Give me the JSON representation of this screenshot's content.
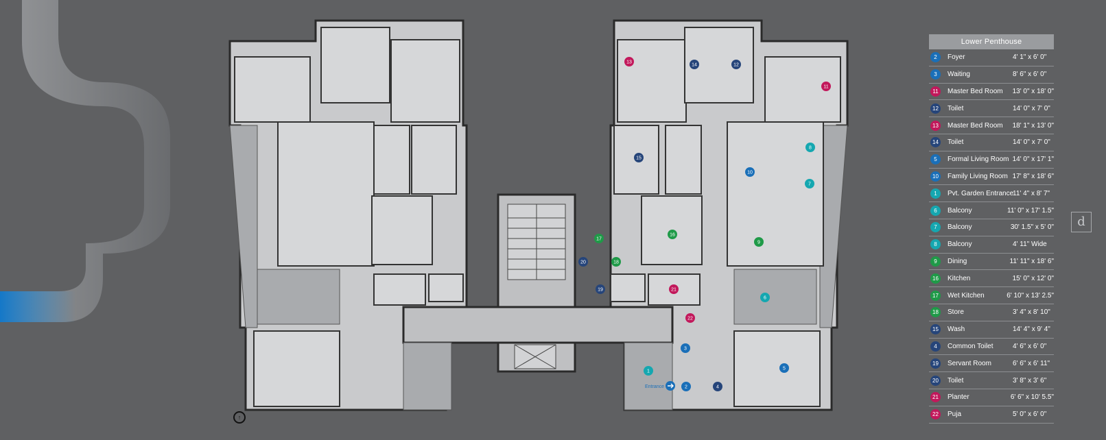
{
  "legend": {
    "title": "Lower Penthouse",
    "items": [
      {
        "num": "2",
        "name": "Foyer",
        "dim": "4' 1\" x 6' 0\"",
        "color": "#1a6fb8"
      },
      {
        "num": "3",
        "name": "Waiting",
        "dim": "8' 6\" x 6' 0\"",
        "color": "#1a6fb8"
      },
      {
        "num": "11",
        "name": "Master Bed Room",
        "dim": "13' 0\" x 18' 0\"",
        "color": "#c2185b"
      },
      {
        "num": "12",
        "name": "Toilet",
        "dim": "14' 0\" x 7' 0\"",
        "color": "#26457a"
      },
      {
        "num": "13",
        "name": "Master Bed Room",
        "dim": "18' 1\" x 13' 0\"",
        "color": "#c2185b"
      },
      {
        "num": "14",
        "name": "Toilet",
        "dim": "14' 0\" x 7' 0\"",
        "color": "#26457a"
      },
      {
        "num": "5",
        "name": "Formal Living Room",
        "dim": "14' 0\" x 17' 1\"",
        "color": "#1a6fb8"
      },
      {
        "num": "10",
        "name": "Family Living Room",
        "dim": "17' 8\" x 18' 6\"",
        "color": "#1a6fb8"
      },
      {
        "num": "1",
        "name": "Pvt. Garden Entrance",
        "dim": "11' 4\" x 8' 7\"",
        "color": "#15a7b0"
      },
      {
        "num": "6",
        "name": "Balcony",
        "dim": "11' 0\" x 17' 1.5\"",
        "color": "#15a7b0"
      },
      {
        "num": "7",
        "name": "Balcony",
        "dim": "30' 1.5\" x 5' 0\"",
        "color": "#15a7b0"
      },
      {
        "num": "8",
        "name": "Balcony",
        "dim": "4' 11\" Wide",
        "color": "#15a7b0"
      },
      {
        "num": "9",
        "name": "Dining",
        "dim": "11' 11\" x 18' 6\"",
        "color": "#1f9a48"
      },
      {
        "num": "16",
        "name": "Kitchen",
        "dim": "15' 0\" x 12' 0\"",
        "color": "#1f9a48"
      },
      {
        "num": "17",
        "name": "Wet Kitchen",
        "dim": "6' 10\" x 13' 2.5\"",
        "color": "#1f9a48"
      },
      {
        "num": "18",
        "name": "Store",
        "dim": "3' 4\" x 8' 10\"",
        "color": "#1f9a48"
      },
      {
        "num": "15",
        "name": "Wash",
        "dim": "14' 4\" x 9' 4\"",
        "color": "#26457a"
      },
      {
        "num": "4",
        "name": "Common Toilet",
        "dim": "4' 6\" x 6' 0\"",
        "color": "#26457a"
      },
      {
        "num": "19",
        "name": "Servant Room",
        "dim": "6' 6\" x 6' 11\"",
        "color": "#26457a"
      },
      {
        "num": "20",
        "name": "Toilet",
        "dim": "3' 8\" x 3' 6\"",
        "color": "#26457a"
      },
      {
        "num": "21",
        "name": "Planter",
        "dim": "6' 6\" x 10' 5.5\"",
        "color": "#c2185b"
      },
      {
        "num": "22",
        "name": "Puja",
        "dim": "5' 0\" x 6' 0\"",
        "color": "#c2185b"
      }
    ]
  },
  "plan": {
    "entrance_label": "Entrance",
    "north_symbol": "↑",
    "markers": [
      {
        "num": "13",
        "color": "#c2185b"
      },
      {
        "num": "14",
        "color": "#26457a"
      },
      {
        "num": "12",
        "color": "#26457a"
      },
      {
        "num": "11",
        "color": "#c2185b"
      },
      {
        "num": "15",
        "color": "#26457a"
      },
      {
        "num": "8",
        "color": "#15a7b0"
      },
      {
        "num": "10",
        "color": "#1a6fb8"
      },
      {
        "num": "7",
        "color": "#15a7b0"
      },
      {
        "num": "17",
        "color": "#1f9a48"
      },
      {
        "num": "16",
        "color": "#1f9a48"
      },
      {
        "num": "9",
        "color": "#1f9a48"
      },
      {
        "num": "20",
        "color": "#26457a"
      },
      {
        "num": "18",
        "color": "#1f9a48"
      },
      {
        "num": "19",
        "color": "#26457a"
      },
      {
        "num": "21",
        "color": "#c2185b"
      },
      {
        "num": "6",
        "color": "#15a7b0"
      },
      {
        "num": "22",
        "color": "#c2185b"
      },
      {
        "num": "3",
        "color": "#1a6fb8"
      },
      {
        "num": "5",
        "color": "#1a6fb8"
      },
      {
        "num": "1",
        "color": "#15a7b0"
      },
      {
        "num": "2",
        "color": "#1a6fb8"
      },
      {
        "num": "4",
        "color": "#26457a"
      }
    ]
  },
  "brand": {
    "logo_glyph": "d"
  }
}
